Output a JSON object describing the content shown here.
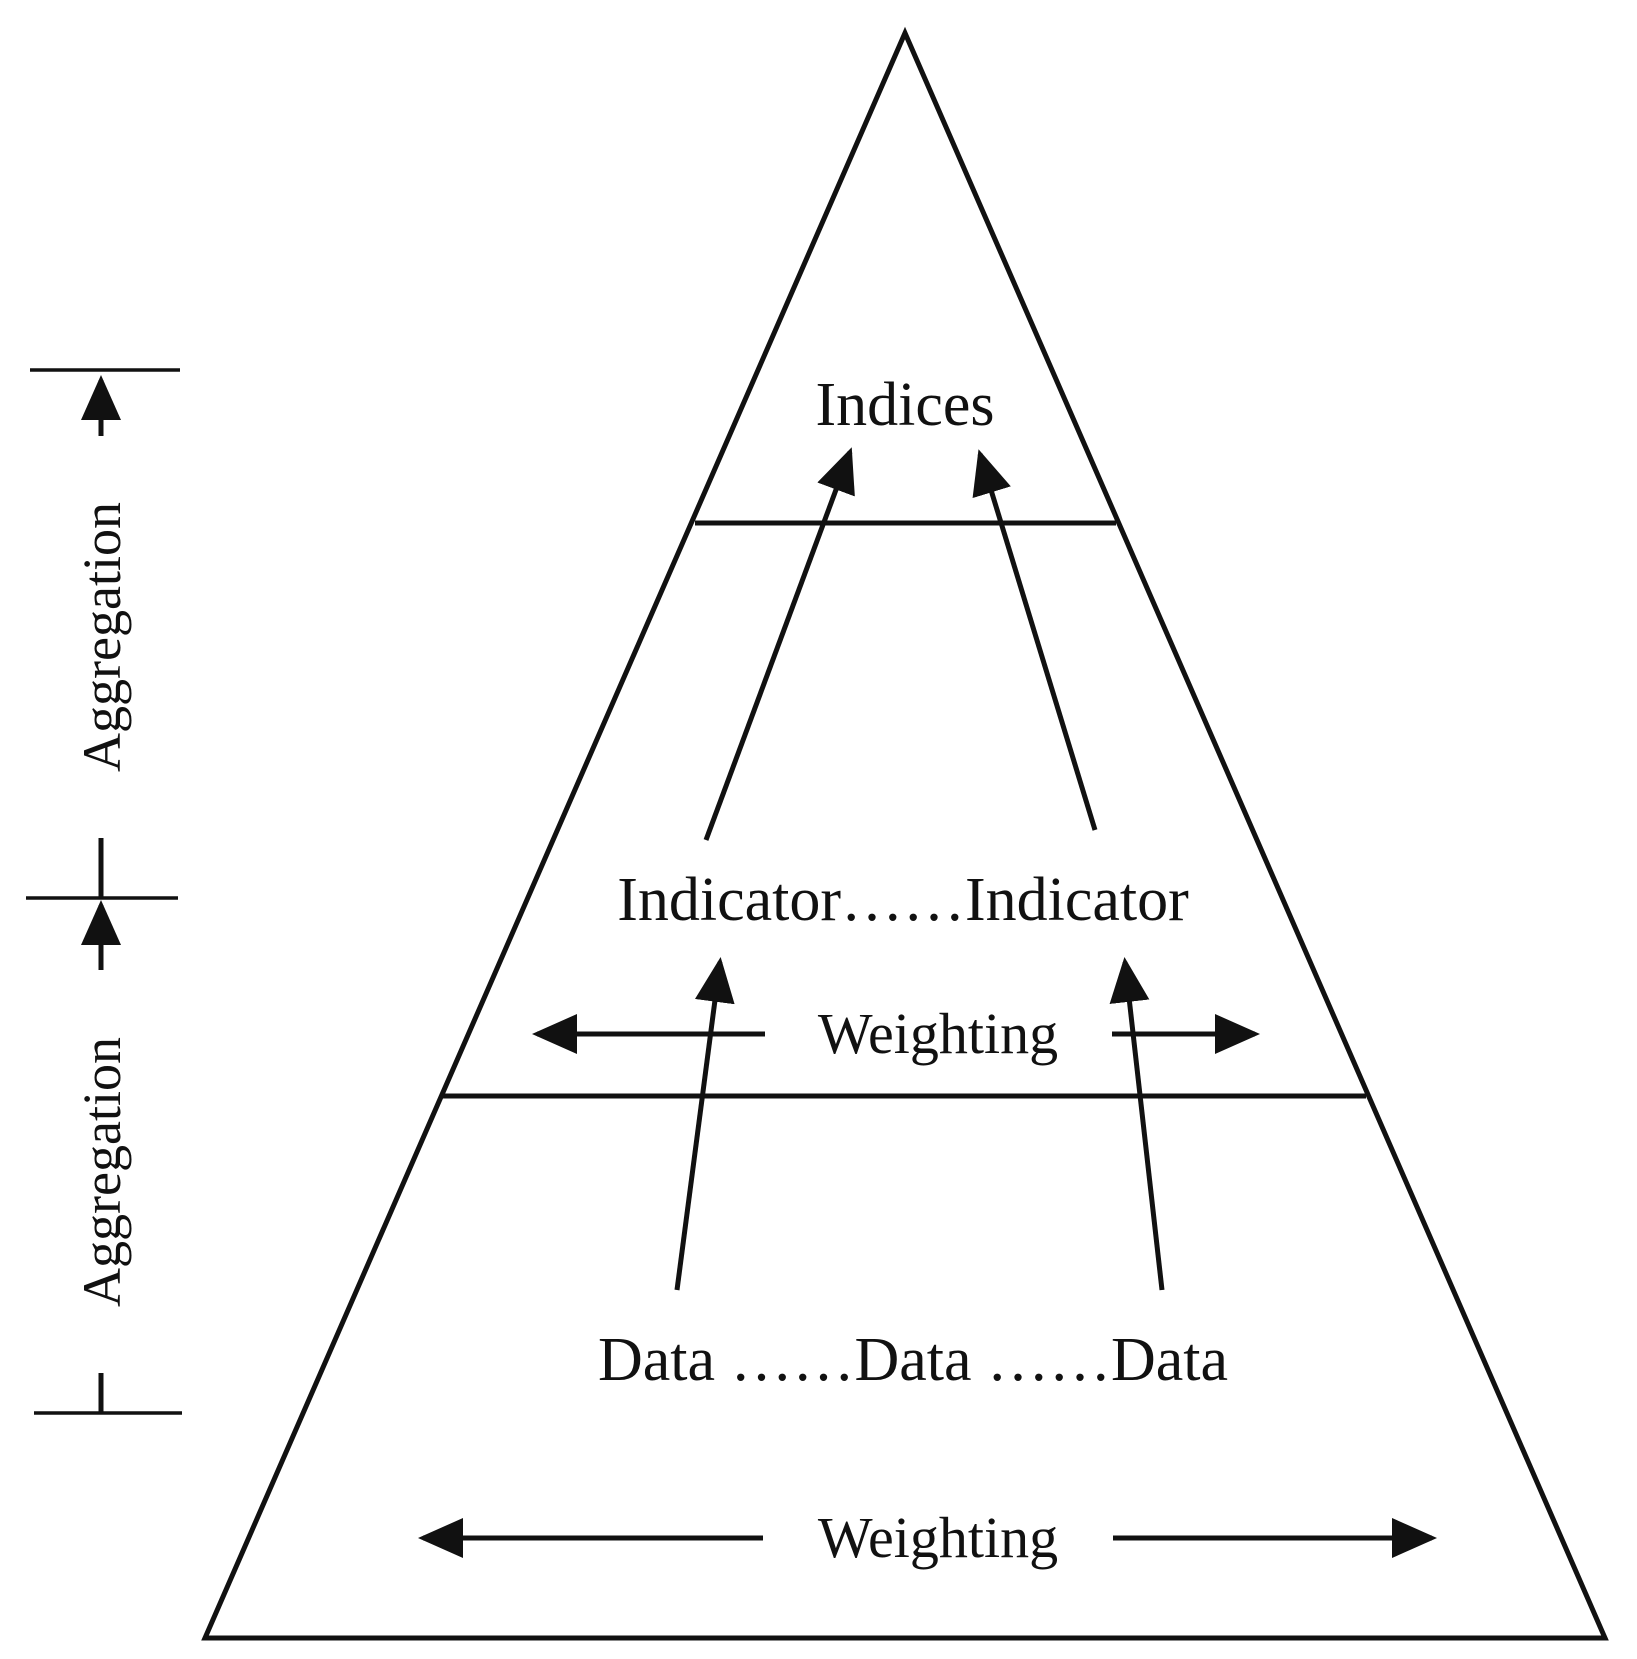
{
  "levels": {
    "top": "Indices",
    "middle": "Indicator……Indicator",
    "bottom": "Data ……Data ……Data"
  },
  "weighting": {
    "upper": "Weighting",
    "lower": "Weighting"
  },
  "side": {
    "upper_aggregation": "Aggregation",
    "lower_aggregation": "Aggregation"
  },
  "colors": {
    "ink": "#111111",
    "background": "#ffffff"
  }
}
